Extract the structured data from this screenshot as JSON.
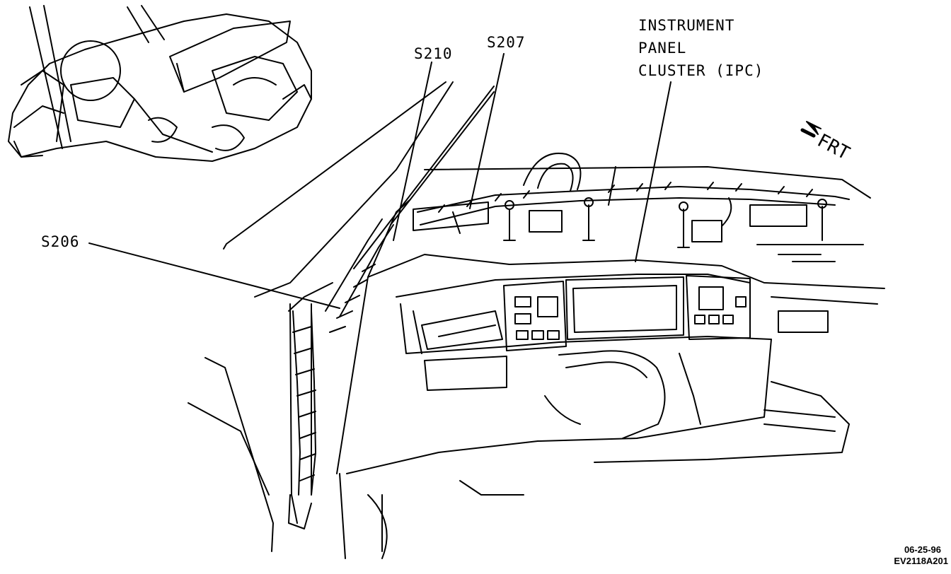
{
  "labels": {
    "s210": "S210",
    "s207": "S207",
    "s206": "S206",
    "ipc_line1": "INSTRUMENT",
    "ipc_line2": "PANEL",
    "ipc_line3": "CLUSTER (IPC)",
    "front": "FRT"
  },
  "footer": {
    "date": "06-25-96",
    "code": "EV2118A201"
  },
  "icons": {
    "front_arrow": "front-arrow-icon",
    "vehicle_locator": "vehicle-locator-icon"
  },
  "colors": {
    "ink": "#000000",
    "paper": "#ffffff"
  }
}
